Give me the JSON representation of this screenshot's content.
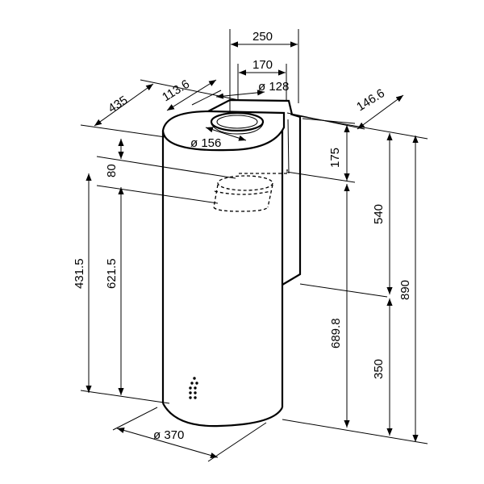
{
  "diagram": {
    "dimensions": {
      "w250": "250",
      "w170": "170",
      "d128": "ø 128",
      "d113_6": "113.6",
      "d435": "435",
      "d146_6": "146.6",
      "d156": "ø 156",
      "h175": "175",
      "h80": "80",
      "h540": "540",
      "h890": "890",
      "h431_5": "431.5",
      "h621_5": "621.5",
      "h689_8": "689.8",
      "h350": "350",
      "d370": "ø 370"
    }
  }
}
